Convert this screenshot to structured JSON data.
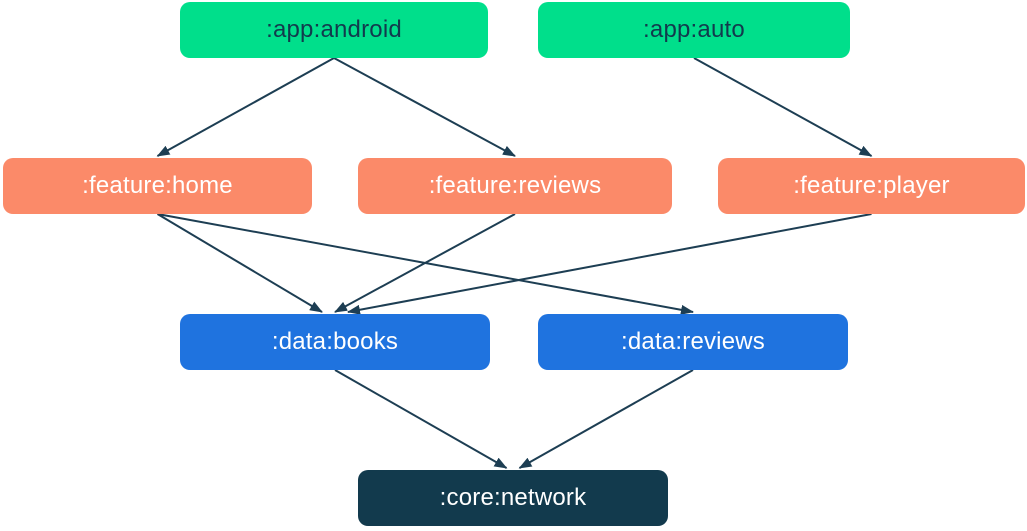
{
  "diagram": {
    "type": "module-dependency-graph",
    "nodes": [
      {
        "id": "app-android",
        "label": ":app:android",
        "group": "app"
      },
      {
        "id": "app-auto",
        "label": ":app:auto",
        "group": "app"
      },
      {
        "id": "feature-home",
        "label": ":feature:home",
        "group": "feature"
      },
      {
        "id": "feature-reviews",
        "label": ":feature:reviews",
        "group": "feature"
      },
      {
        "id": "feature-player",
        "label": ":feature:player",
        "group": "feature"
      },
      {
        "id": "data-books",
        "label": ":data:books",
        "group": "data"
      },
      {
        "id": "data-reviews",
        "label": ":data:reviews",
        "group": "data"
      },
      {
        "id": "core-network",
        "label": ":core:network",
        "group": "core"
      }
    ],
    "edges": [
      {
        "from": "app-android",
        "to": "feature-home"
      },
      {
        "from": "app-android",
        "to": "feature-reviews"
      },
      {
        "from": "app-auto",
        "to": "feature-player"
      },
      {
        "from": "feature-home",
        "to": "data-books"
      },
      {
        "from": "feature-home",
        "to": "data-reviews"
      },
      {
        "from": "feature-reviews",
        "to": "data-books"
      },
      {
        "from": "feature-player",
        "to": "data-books"
      },
      {
        "from": "data-books",
        "to": "core-network"
      },
      {
        "from": "data-reviews",
        "to": "core-network"
      }
    ],
    "colors": {
      "background": "#ffffff",
      "app_bg": "#00df8b",
      "app_text": "#123a4d",
      "feature_bg": "#fb8a69",
      "feature_text": "#ffffff",
      "data_bg": "#1f73df",
      "data_text": "#ffffff",
      "core_bg": "#123a4d",
      "core_text": "#ffffff",
      "edge": "#1d3e53"
    }
  }
}
